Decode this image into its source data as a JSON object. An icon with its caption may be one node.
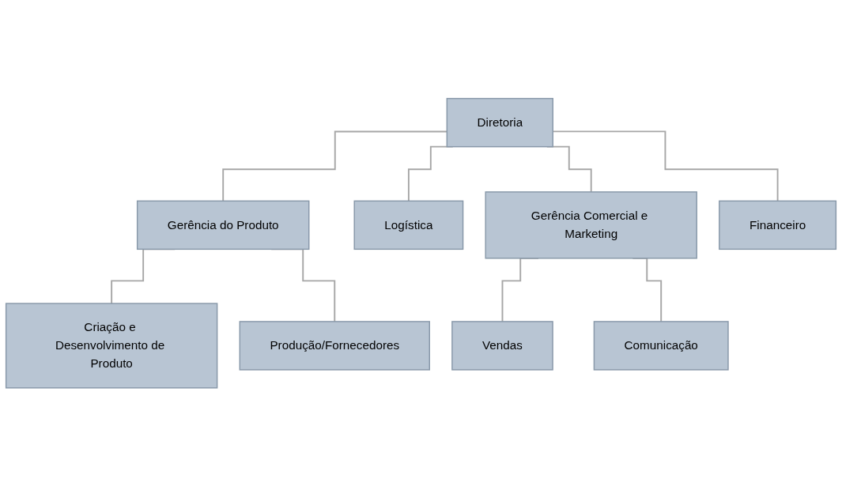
{
  "diagram": {
    "nodes": [
      {
        "text": [
          "Diretoria"
        ]
      },
      {
        "text": [
          "Gerência do Produto"
        ]
      },
      {
        "text": [
          "Logística"
        ]
      },
      {
        "text": [
          "Gerência Comercial e Marketing"
        ]
      },
      {
        "text": [
          "Financeiro"
        ]
      },
      {
        "text": [
          "Criação e Desenvolvimento de Produto"
        ]
      },
      {
        "text": [
          "Produção/Fornecedores"
        ]
      },
      {
        "text": [
          "Vendas"
        ]
      },
      {
        "text": [
          "Comunicação"
        ]
      }
    ],
    "edges": [
      {
        "from": 0,
        "to": 1,
        "arrow": "none"
      },
      {
        "from": 0,
        "to": 2,
        "arrow": "none"
      },
      {
        "from": 0,
        "to": 3,
        "arrow": "none"
      },
      {
        "from": 0,
        "to": 4,
        "arrow": "none"
      },
      {
        "from": 1,
        "to": 5,
        "arrow": "none"
      },
      {
        "from": 1,
        "to": 6,
        "arrow": "none"
      },
      {
        "from": 3,
        "to": 7,
        "arrow": "none"
      },
      {
        "from": 3,
        "to": 8,
        "arrow": "none"
      }
    ]
  }
}
